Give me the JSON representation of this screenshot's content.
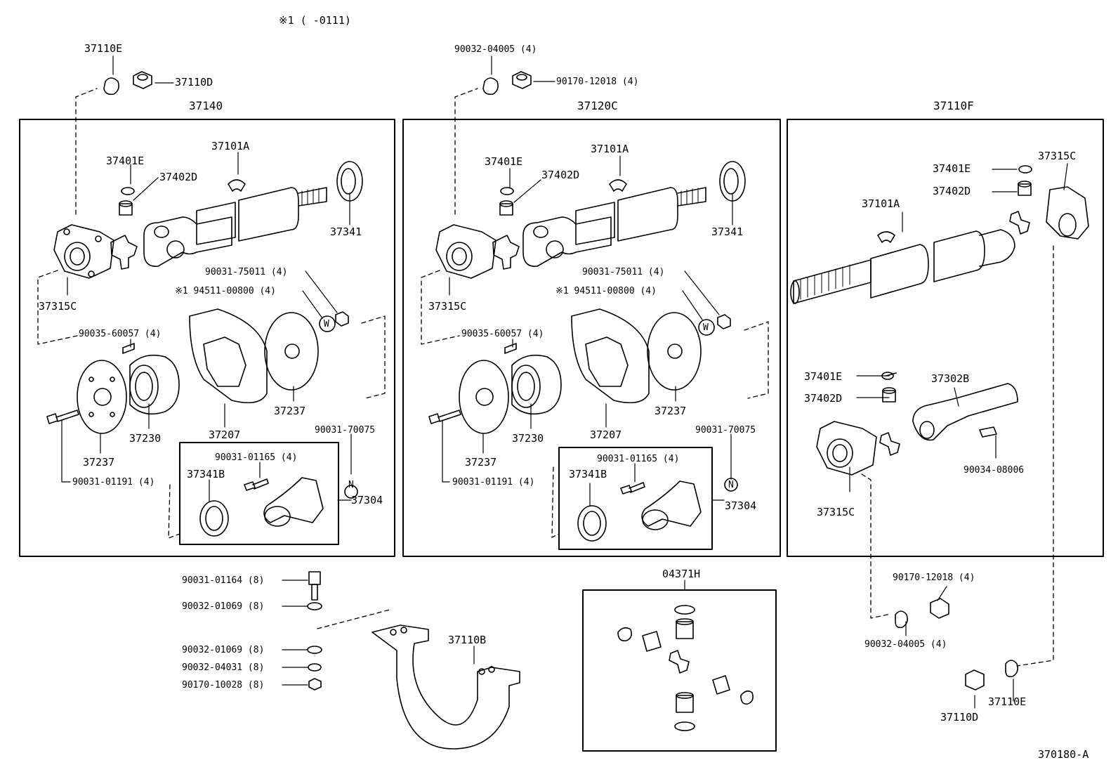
{
  "header_note": "※1 (     -0111)",
  "footer_code": "370180-A",
  "parts": {
    "p37110E_a": "37110E",
    "p37110D_a": "37110D",
    "p37140": "37140",
    "p37101A_a": "37101A",
    "p37401E_a": "37401E",
    "p37402D_a": "37402D",
    "p37341_a": "37341",
    "p37315C_a": "37315C",
    "p90031_75011_a": "90031-75011 (4)",
    "p94511_00800_a": "※1 94511-00800 (4)",
    "p90035_60057_a": "90035-60057 (4)",
    "p37237_a1": "37237",
    "p37237_a2": "37237",
    "p37230_a": "37230",
    "p37207_a": "37207",
    "p90031_70075_a": "90031-70075",
    "p37341B_a": "37341B",
    "p90031_01165_a": "90031-01165 (4)",
    "p37304_a": "37304",
    "p90031_01191_a": "90031-01191 (4)",
    "p90032_04005_b": "90032-04005 (4)",
    "p90170_12018_b": "90170-12018 (4)",
    "p37120C": "37120C",
    "p37101A_b": "37101A",
    "p37401E_b": "37401E",
    "p37402D_b": "37402D",
    "p37341_b": "37341",
    "p37315C_b": "37315C",
    "p90031_75011_b": "90031-75011 (4)",
    "p94511_00800_b": "※1 94511-00800 (4)",
    "p90035_60057_b": "90035-60057 (4)",
    "p37237_b1": "37237",
    "p37237_b2": "37237",
    "p37230_b": "37230",
    "p37207_b": "37207",
    "p90031_70075_b": "90031-70075",
    "p37341B_b": "37341B",
    "p90031_01165_b": "90031-01165 (4)",
    "p37304_b": "37304",
    "p90031_01191_b": "90031-01191 (4)",
    "p37110F": "37110F",
    "p37401E_c1": "37401E",
    "p37402D_c1": "37402D",
    "p37315C_c1": "37315C",
    "p37101A_c": "37101A",
    "p37401E_c2": "37401E",
    "p37402D_c2": "37402D",
    "p37302B": "37302B",
    "p90034_08006": "90034-08006",
    "p37315C_c2": "37315C",
    "p90170_12018_c": "90170-12018 (4)",
    "p90032_04005_c": "90032-04005 (4)",
    "p37110D_c": "37110D",
    "p37110E_c": "37110E",
    "p90031_01164": "90031-01164 (8)",
    "p90032_01069_1": "90032-01069 (8)",
    "p90032_01069_2": "90032-01069 (8)",
    "p90032_04031": "90032-04031 (8)",
    "p90170_10028": "90170-10028 (8)",
    "p37110B": "37110B",
    "p04371H": "04371H",
    "n_mark_a": "N",
    "n_mark_b": "N",
    "w_mark_a": "W",
    "w_mark_b": "W"
  }
}
